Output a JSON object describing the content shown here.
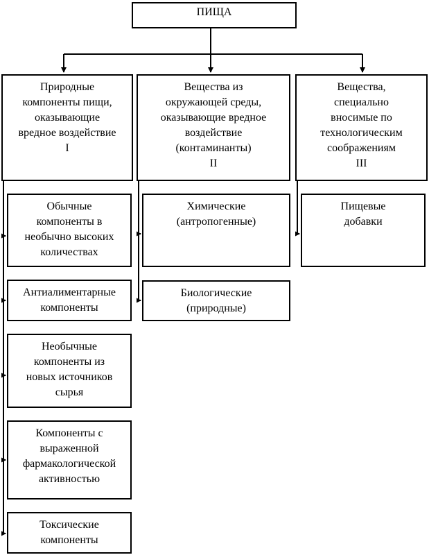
{
  "root": {
    "lines": [
      "ПИЩА"
    ]
  },
  "categories": [
    {
      "lines": [
        "Природные",
        "компоненты пищи,",
        "оказывающие",
        "вредное воздействие",
        "I"
      ],
      "children": [
        {
          "lines": [
            "Обычные",
            "компоненты в",
            "необычно высоких",
            "количествах"
          ]
        },
        {
          "lines": [
            "Антиалиментарные",
            "компоненты"
          ]
        },
        {
          "lines": [
            "Необычные",
            "компоненты из",
            "новых источников",
            "сырья"
          ]
        },
        {
          "lines": [
            "Компоненты с",
            "выраженной",
            "фармакологической",
            "активностью"
          ]
        },
        {
          "lines": [
            "Токсические",
            "компоненты"
          ]
        }
      ]
    },
    {
      "lines": [
        "Вещества из",
        "окружающей среды,",
        "оказывающие вредное",
        "воздействие",
        "(контаминанты)",
        "II"
      ],
      "children": [
        {
          "lines": [
            "Химические",
            "(антропогенные)"
          ]
        },
        {
          "lines": [
            "Биологические",
            "(природные)"
          ]
        }
      ]
    },
    {
      "lines": [
        "Вещества,",
        "специально",
        "вносимые по",
        "технологическим",
        "соображениям",
        "III"
      ],
      "children": [
        {
          "lines": [
            "Пищевые",
            "добавки"
          ]
        }
      ]
    }
  ]
}
